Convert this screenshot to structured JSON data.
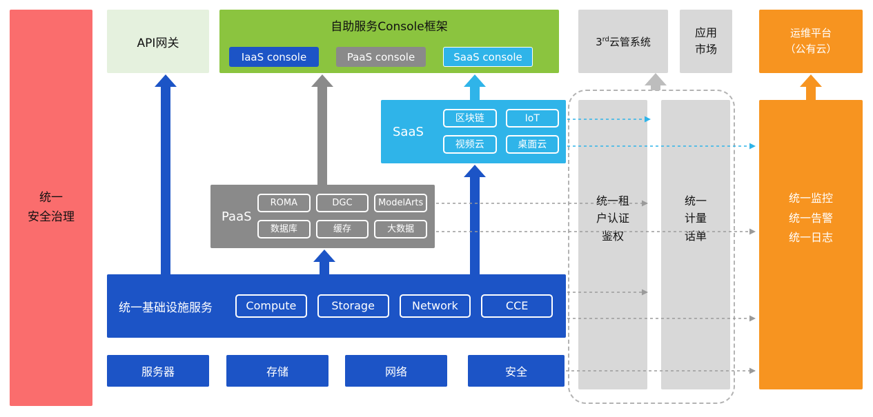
{
  "colors": {
    "red": "#fa6d6d",
    "light_green": "#e5f1de",
    "green": "#8bc43f",
    "blue": "#1c54c6",
    "gray": "#8a8a8a",
    "light_gray": "#d8d8d8",
    "cyan": "#2fb4e9",
    "orange": "#f79420"
  },
  "security_bar": {
    "label": "统一\n安全治理"
  },
  "api_gateway": {
    "label": "API网关"
  },
  "console_frame": {
    "title": "自助服务Console框架",
    "iaas_label": "IaaS console",
    "paas_label": "PaaS console",
    "saas_label": "SaaS console"
  },
  "third_party_cms": {
    "base": "3",
    "sup": "rd",
    "rest": "云管系统"
  },
  "app_market": {
    "label": "应用\n市场"
  },
  "om_platform": {
    "label": "运维平台\n（公有云）"
  },
  "saas": {
    "label": "SaaS",
    "items": [
      "区块链",
      "IoT",
      "视频云",
      "桌面云"
    ]
  },
  "paas": {
    "label": "PaaS",
    "items": [
      "ROMA",
      "DGC",
      "ModelArts",
      "数据库",
      "缓存",
      "大数据"
    ]
  },
  "infra": {
    "label": "统一基础设施服务",
    "items": [
      "Compute",
      "Storage",
      "Network",
      "CCE"
    ]
  },
  "hardware": {
    "items": [
      "服务器",
      "存储",
      "网络",
      "安全"
    ]
  },
  "auth_bar": {
    "label": "统一租\n户认证\n鉴权"
  },
  "billing_bar": {
    "label": "统一\n计量\n话单"
  },
  "monitor_bar": {
    "label": "统一监控\n统一告警\n统一日志"
  }
}
